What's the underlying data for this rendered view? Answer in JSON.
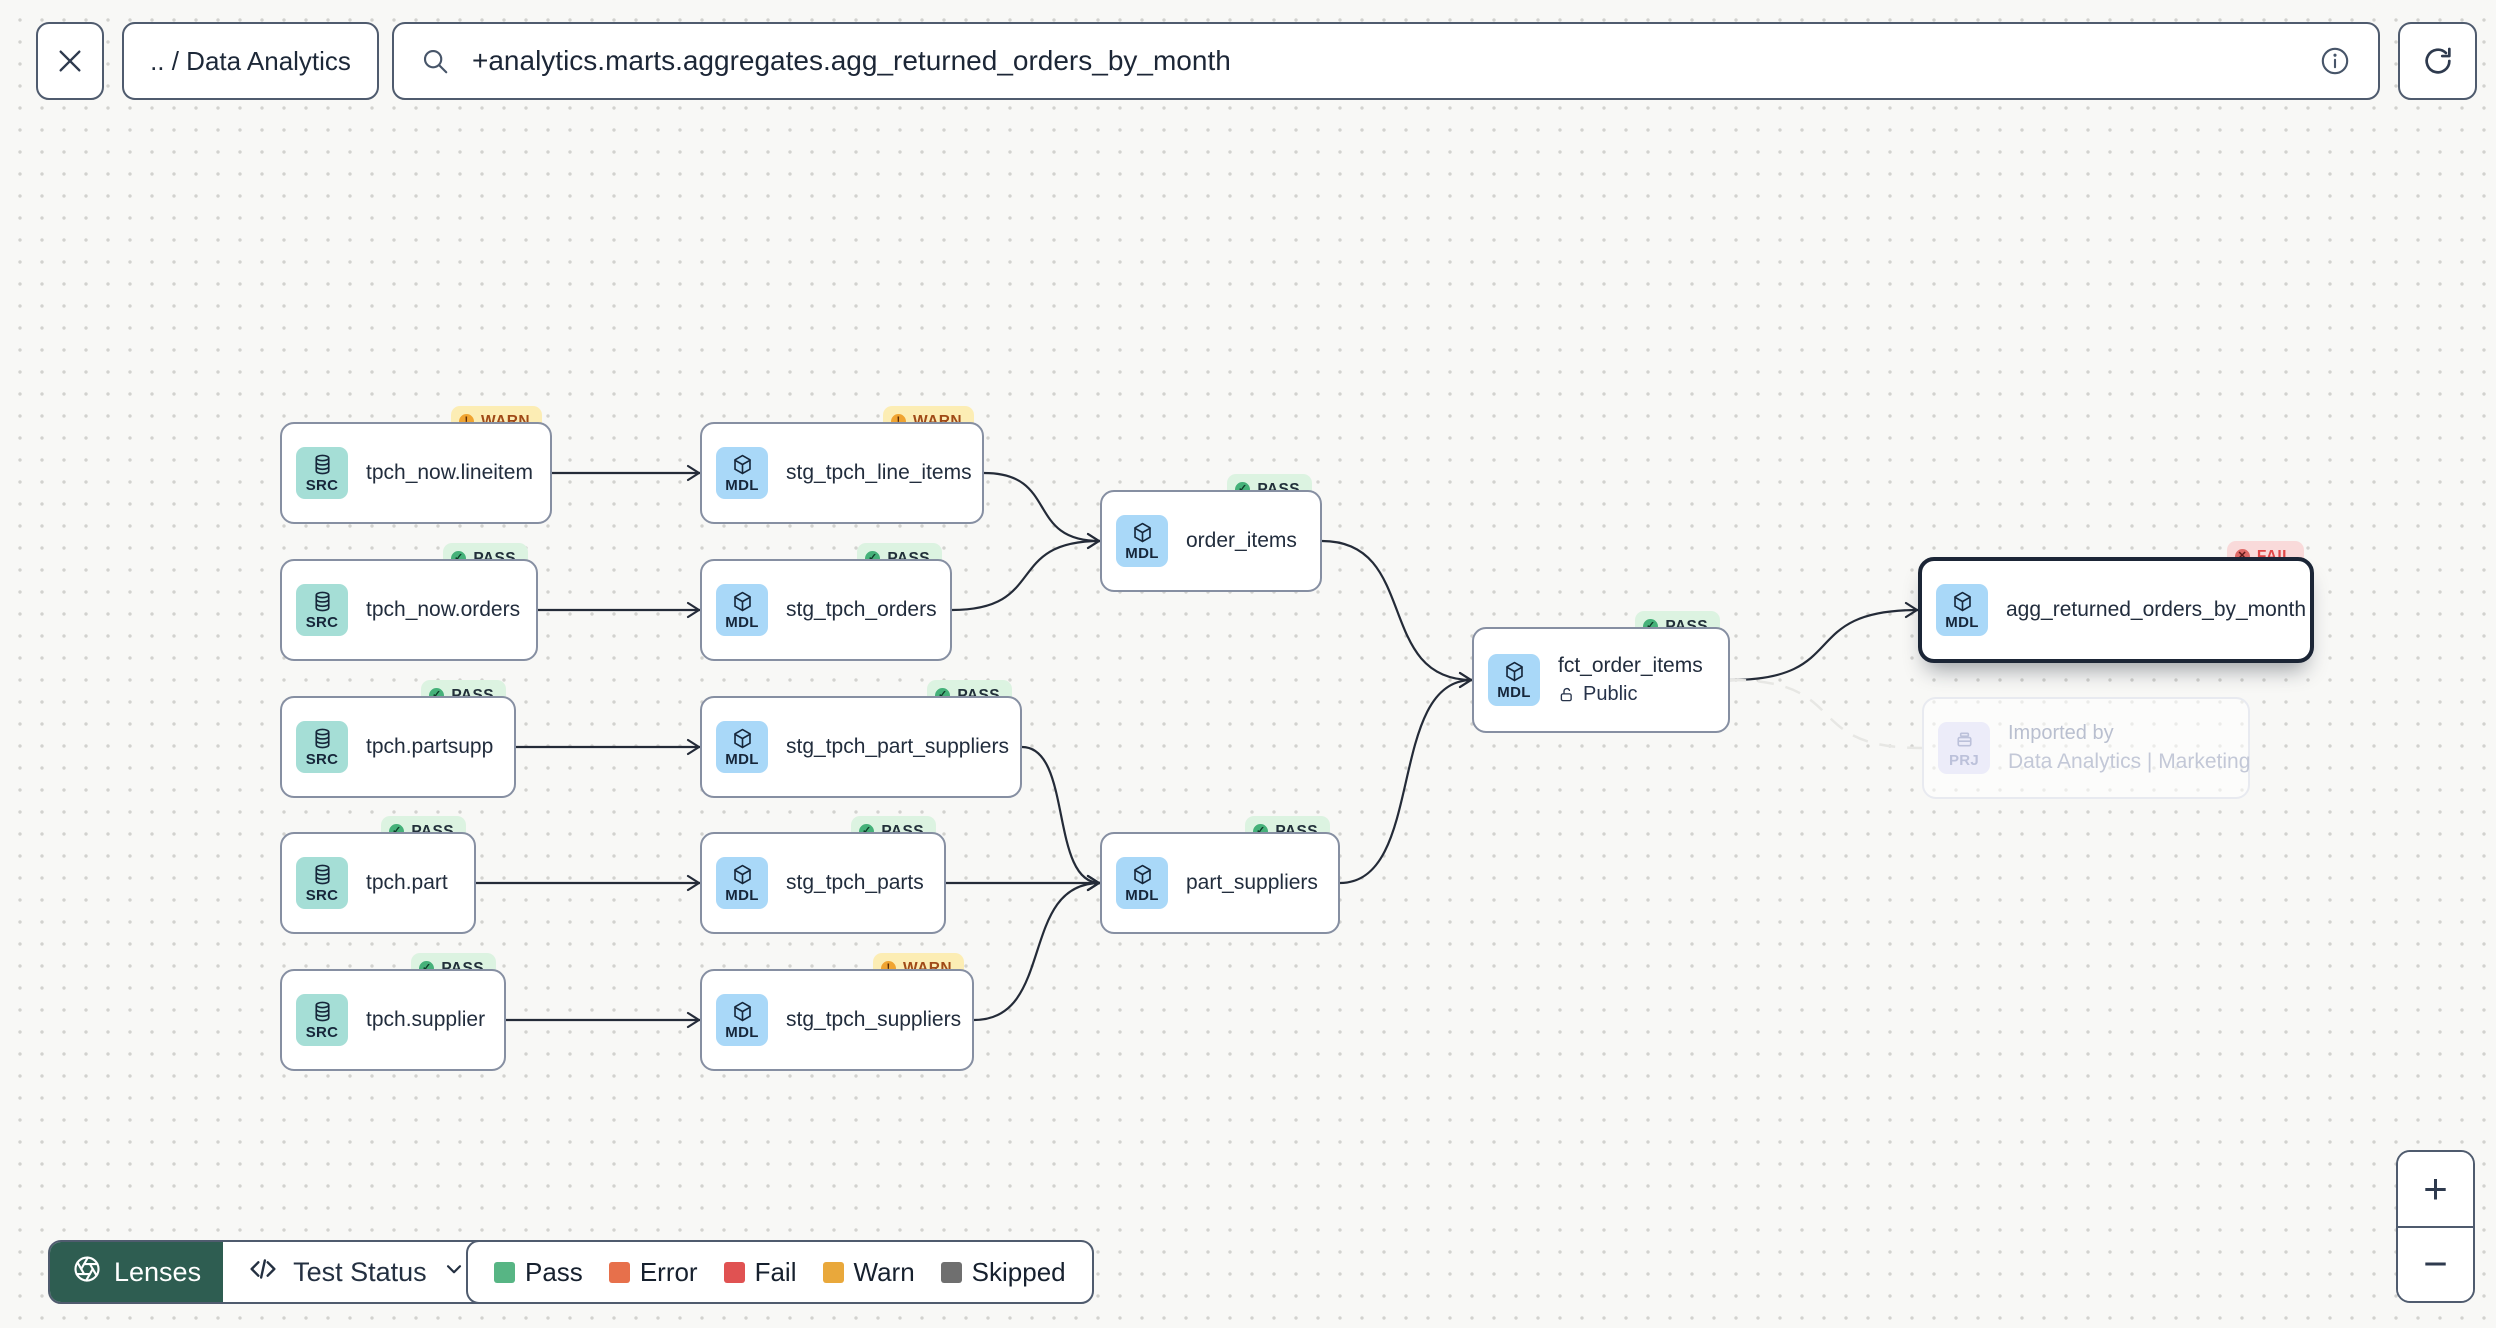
{
  "topbar": {
    "close_icon": "close-icon",
    "breadcrumb": ".. / Data Analytics",
    "search": {
      "icon": "search-icon",
      "value": "+analytics.marts.aggregates.agg_returned_orders_by_month"
    },
    "info_icon": "info-icon",
    "refresh_icon": "refresh-icon"
  },
  "graph": {
    "type_styles": {
      "SRC": {
        "bg": "#a5ded6",
        "glyph": "database-icon"
      },
      "MDL": {
        "bg": "#a9d8f8",
        "glyph": "cube-icon"
      },
      "PRJ": {
        "bg": "#e9eaf8",
        "glyph": "project-icon"
      }
    },
    "badge_styles": {
      "PASS": {
        "bg": "#dcf3e1",
        "text": "#22303a",
        "dot": "#45b179",
        "glyph": "✓",
        "glyph_color": "#0d3b28"
      },
      "WARN": {
        "bg": "#fcedb4",
        "text": "#a04a17",
        "dot": "#f0a431",
        "glyph": "!",
        "glyph_color": "#5c2c07"
      },
      "FAIL": {
        "bg": "#f9dada",
        "text": "#e04848",
        "dot": "#df6b68",
        "glyph": "✕",
        "glyph_color": "#5e1a1a"
      }
    },
    "nodes": [
      {
        "id": "tpch_now_lineitem",
        "label": "tpch_now.lineitem",
        "type": "SRC",
        "badge": "WARN"
      },
      {
        "id": "stg_tpch_line_items",
        "label": "stg_tpch_line_items",
        "type": "MDL",
        "badge": "WARN"
      },
      {
        "id": "tpch_now_orders",
        "label": "tpch_now.orders",
        "type": "SRC",
        "badge": "PASS"
      },
      {
        "id": "stg_tpch_orders",
        "label": "stg_tpch_orders",
        "type": "MDL",
        "badge": "PASS"
      },
      {
        "id": "order_items",
        "label": "order_items",
        "type": "MDL",
        "badge": "PASS"
      },
      {
        "id": "tpch_partsupp",
        "label": "tpch.partsupp",
        "type": "SRC",
        "badge": "PASS"
      },
      {
        "id": "stg_tpch_part_suppliers",
        "label": "stg_tpch_part_suppliers",
        "type": "MDL",
        "badge": "PASS"
      },
      {
        "id": "fct_order_items",
        "label": "fct_order_items",
        "type": "MDL",
        "badge": "PASS",
        "sublabel": "Public",
        "sublabel_icon": "unlock-icon"
      },
      {
        "id": "agg_returned_orders_by_month",
        "label": "agg_returned_orders_by_month",
        "type": "MDL",
        "badge": "FAIL",
        "selected": true
      },
      {
        "id": "imported_by",
        "label": "Imported by",
        "type": "PRJ",
        "sublabel": "Data Analytics | Marketing",
        "ghost": true
      },
      {
        "id": "tpch_part",
        "label": "tpch.part",
        "type": "SRC",
        "badge": "PASS"
      },
      {
        "id": "stg_tpch_parts",
        "label": "stg_tpch_parts",
        "type": "MDL",
        "badge": "PASS"
      },
      {
        "id": "part_suppliers",
        "label": "part_suppliers",
        "type": "MDL",
        "badge": "PASS"
      },
      {
        "id": "tpch_supplier",
        "label": "tpch.supplier",
        "type": "SRC",
        "badge": "PASS"
      },
      {
        "id": "stg_tpch_suppliers",
        "label": "stg_tpch_suppliers",
        "type": "MDL",
        "badge": "WARN"
      }
    ],
    "edges": [
      {
        "from": "tpch_now_lineitem",
        "to": "stg_tpch_line_items",
        "style": "solid"
      },
      {
        "from": "stg_tpch_line_items",
        "to": "order_items",
        "style": "solid"
      },
      {
        "from": "tpch_now_orders",
        "to": "stg_tpch_orders",
        "style": "solid"
      },
      {
        "from": "stg_tpch_orders",
        "to": "order_items",
        "style": "solid"
      },
      {
        "from": "tpch_partsupp",
        "to": "stg_tpch_part_suppliers",
        "style": "solid"
      },
      {
        "from": "stg_tpch_part_suppliers",
        "to": "part_suppliers",
        "style": "solid"
      },
      {
        "from": "tpch_part",
        "to": "stg_tpch_parts",
        "style": "solid"
      },
      {
        "from": "stg_tpch_parts",
        "to": "part_suppliers",
        "style": "solid"
      },
      {
        "from": "tpch_supplier",
        "to": "stg_tpch_suppliers",
        "style": "solid"
      },
      {
        "from": "stg_tpch_suppliers",
        "to": "part_suppliers",
        "style": "solid"
      },
      {
        "from": "order_items",
        "to": "fct_order_items",
        "style": "solid"
      },
      {
        "from": "part_suppliers",
        "to": "fct_order_items",
        "style": "solid"
      },
      {
        "from": "fct_order_items",
        "to": "agg_returned_orders_by_month",
        "style": "solid"
      },
      {
        "from": "fct_order_items",
        "to": "imported_by",
        "style": "dashed"
      }
    ]
  },
  "toolbar": {
    "lenses_label": "Lenses",
    "lenses_bg": "#2e5d51",
    "lenses_icon": "aperture-icon",
    "lens_dropdown_label": "Test Status",
    "lens_dropdown_icon": "code-icon",
    "chevron_icon": "chevron-down-icon"
  },
  "legend": {
    "items": [
      {
        "label": "Pass",
        "color": "#57b584"
      },
      {
        "label": "Error",
        "color": "#e7704b"
      },
      {
        "label": "Fail",
        "color": "#e05252"
      },
      {
        "label": "Warn",
        "color": "#e9a83b"
      },
      {
        "label": "Skipped",
        "color": "#6f6f6f"
      }
    ]
  },
  "zoom_controls": {
    "zoom_in": "+",
    "zoom_out": "−"
  }
}
